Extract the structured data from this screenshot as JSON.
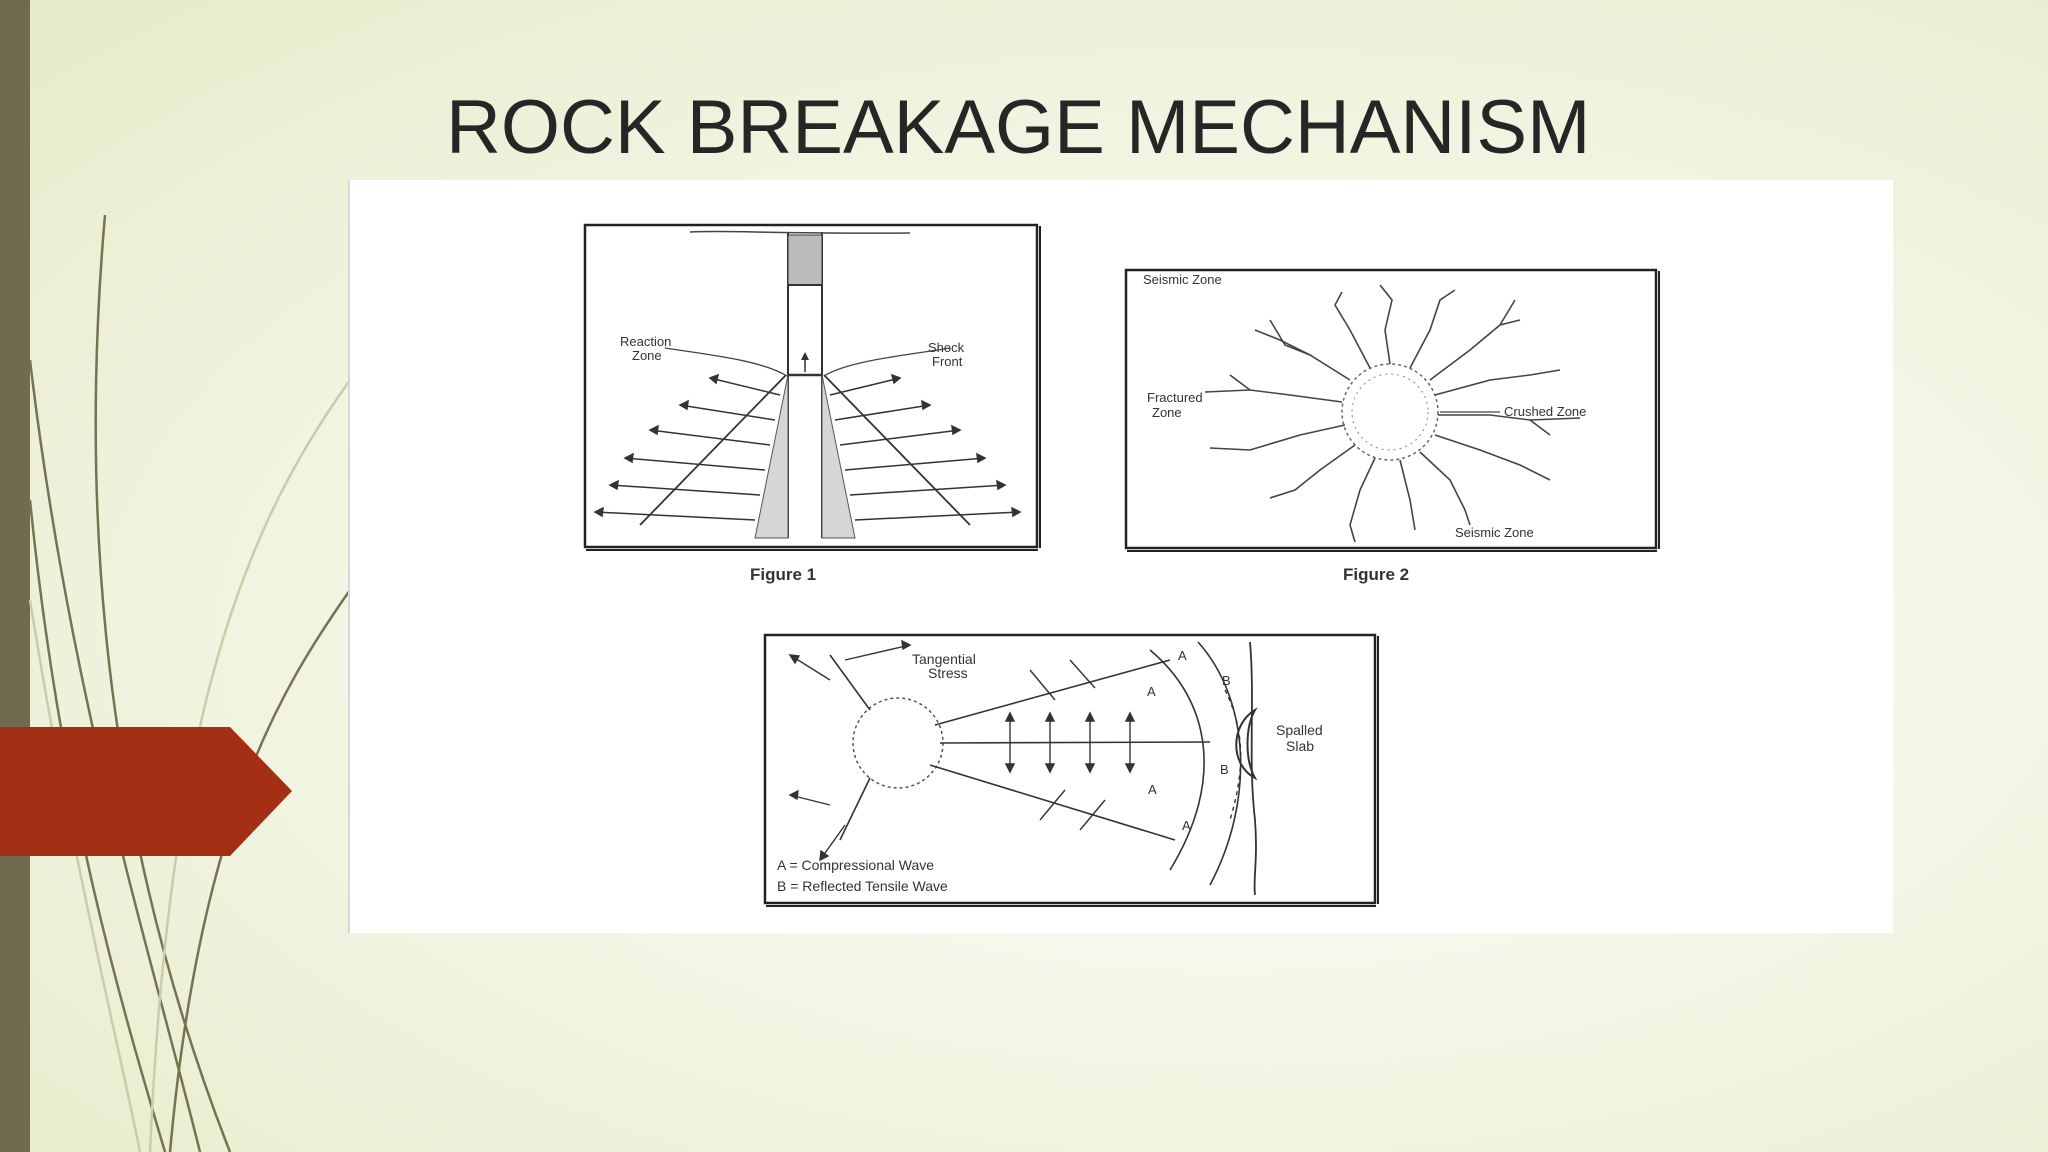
{
  "slide": {
    "title": "ROCK BREAKAGE MECHANISM",
    "colors": {
      "accent_bar": "#726a4f",
      "tab": "#a52f14",
      "background": "#eef1d8",
      "lines": "#6f6a4e"
    }
  },
  "figure1": {
    "caption": "Figure 1",
    "label_reaction": [
      "Reaction",
      "Zone"
    ],
    "label_shock": [
      "Shock",
      "Front"
    ]
  },
  "figure2": {
    "caption": "Figure 2",
    "label_seismic_top": "Seismic Zone",
    "label_fractured": [
      "Fractured",
      "Zone"
    ],
    "label_crushed": "Crushed Zone",
    "label_seismic_bottom": "Seismic Zone"
  },
  "figure3": {
    "label_tangential": [
      "Tangential",
      "Stress"
    ],
    "label_spalled": [
      "Spalled",
      "Slab"
    ],
    "wave_marks_a": "A",
    "wave_marks_b": "B",
    "legend_a": "A  =  Compressional Wave",
    "legend_b": "B  =  Reflected Tensile Wave"
  }
}
